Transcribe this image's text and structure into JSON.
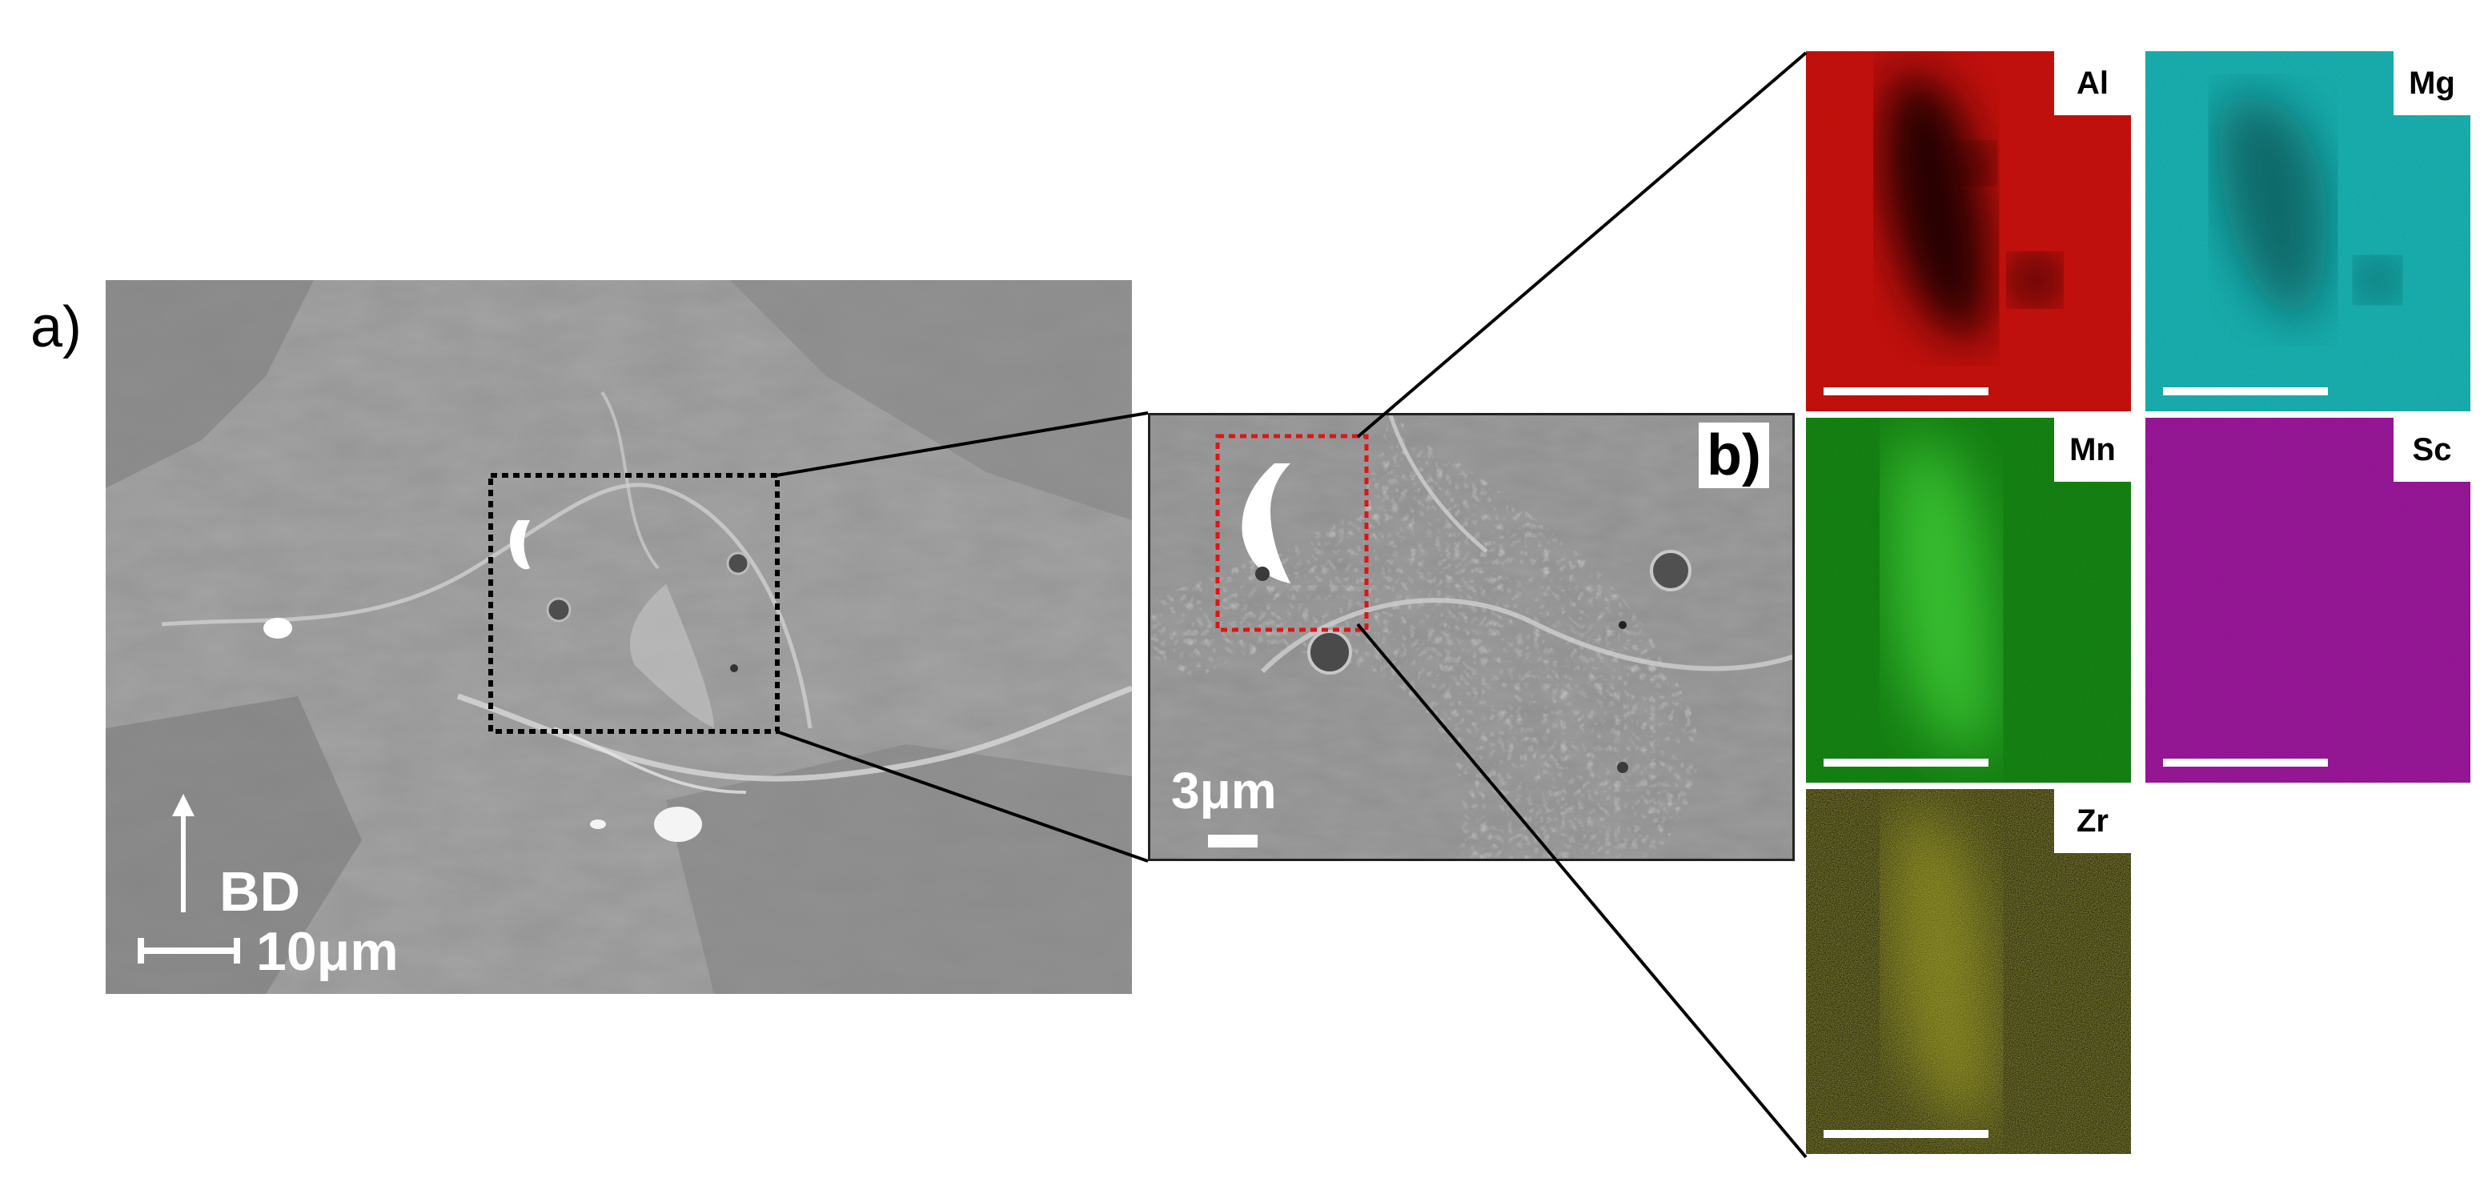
{
  "panel_a": {
    "label": "a)",
    "direction_label": "BD",
    "scale_label": "10μm"
  },
  "panel_b": {
    "label": "b)",
    "scale_label": "3μm"
  },
  "maps": [
    {
      "element": "Al",
      "color": "#c8130f"
    },
    {
      "element": "Mg",
      "color": "#1fb7b7"
    },
    {
      "element": "Mn",
      "color": "#22a21c"
    },
    {
      "element": "Sc",
      "color": "#9a1c9a"
    },
    {
      "element": "Zr",
      "color": "#9a9a1e"
    }
  ]
}
